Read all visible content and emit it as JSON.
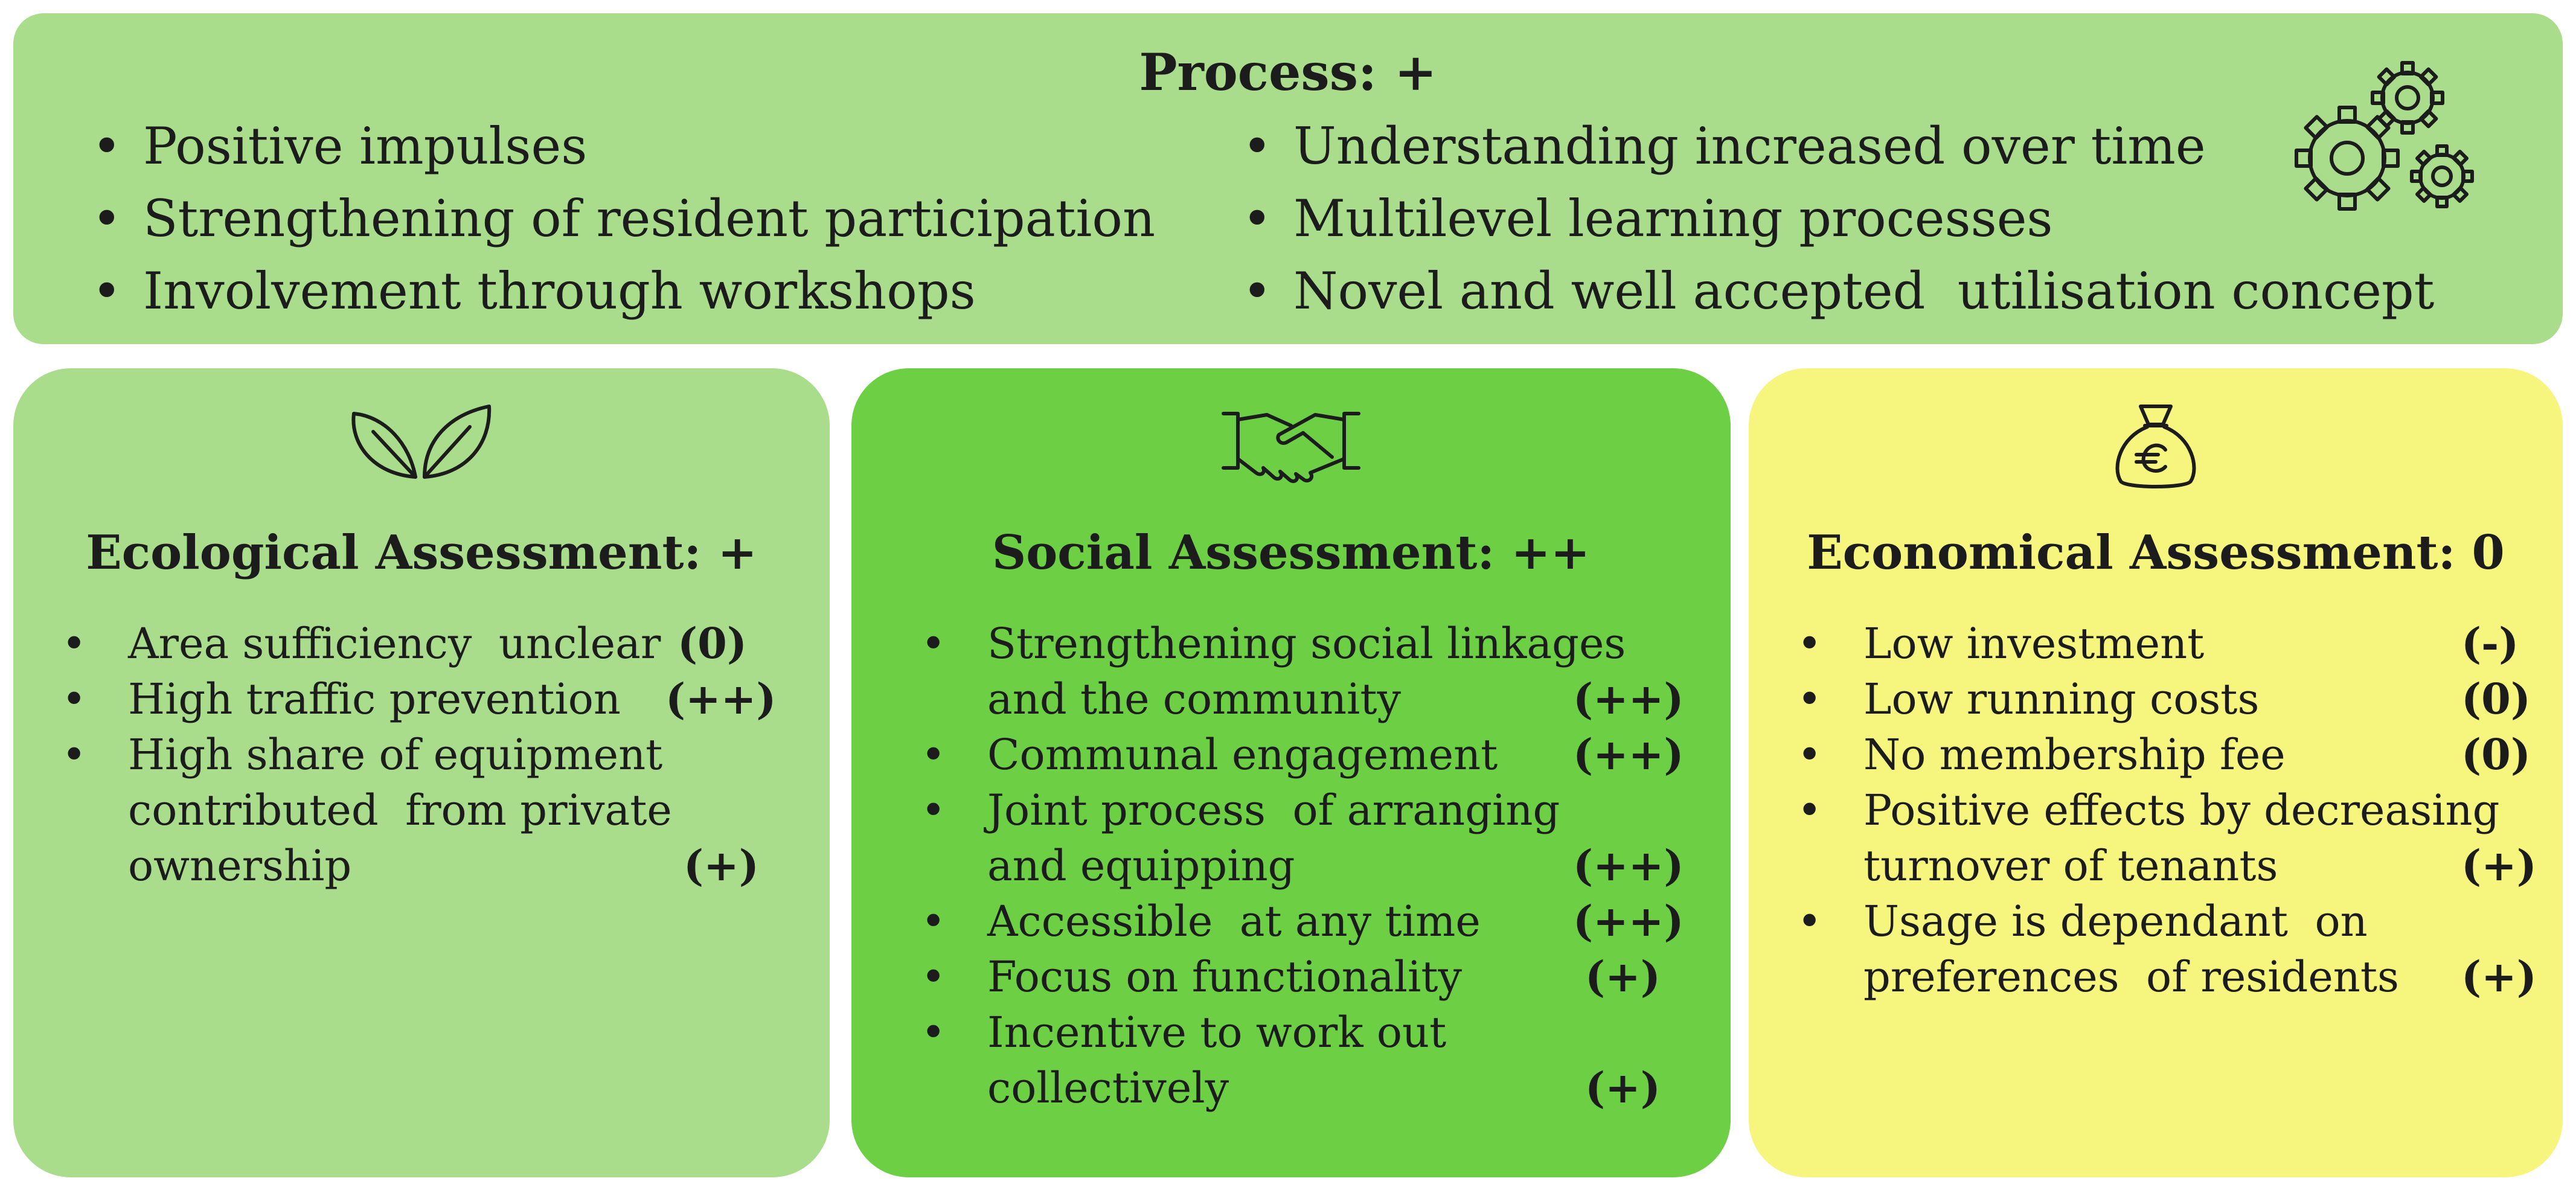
{
  "process": {
    "title": "Process: +",
    "left_items": [
      "Positive impulses",
      "Strengthening of resident participation",
      "Involvement through workshops"
    ],
    "right_items": [
      "Understanding increased over time",
      "Multilevel learning processes",
      "Novel and well accepted  utilisation concept"
    ],
    "icon": "gears-icon"
  },
  "ecological": {
    "title": "Ecological Assessment: +",
    "icon": "leaves-icon",
    "items": [
      {
        "lines": [
          "Area sufficiency  unclear"
        ],
        "score": "(0)"
      },
      {
        "lines": [
          "High traffic prevention"
        ],
        "score": "(++)"
      },
      {
        "lines": [
          "High share of equipment",
          "contributed  from private",
          "ownership"
        ],
        "score": "(+)"
      }
    ]
  },
  "social": {
    "title": "Social Assessment: ++",
    "icon": "handshake-icon",
    "items": [
      {
        "lines": [
          "Strengthening social linkages",
          "and the community"
        ],
        "score": "(++)"
      },
      {
        "lines": [
          "Communal engagement"
        ],
        "score": "(++)"
      },
      {
        "lines": [
          "Joint process  of arranging",
          "and equipping"
        ],
        "score": "(++)"
      },
      {
        "lines": [
          "Accessible  at any time"
        ],
        "score": "(++)"
      },
      {
        "lines": [
          "Focus on functionality"
        ],
        "score": "(+)"
      },
      {
        "lines": [
          "Incentive to work out",
          "collectively"
        ],
        "score": "(+)"
      }
    ]
  },
  "economical": {
    "title": "Economical Assessment: 0",
    "icon": "money-bag-euro-icon",
    "items": [
      {
        "lines": [
          "Low investment"
        ],
        "score": "(-)"
      },
      {
        "lines": [
          "Low running costs"
        ],
        "score": "(0)"
      },
      {
        "lines": [
          "No membership fee"
        ],
        "score": "(0)"
      },
      {
        "lines": [
          "Positive effects by decreasing",
          "turnover of tenants"
        ],
        "score": "(+)"
      },
      {
        "lines": [
          "Usage is dependant  on",
          "preferences  of residents"
        ],
        "score": "(+)"
      }
    ]
  },
  "colors": {
    "process_bg": "#a9dd8c",
    "ecological_bg": "#a9dd8c",
    "social_bg": "#6ccf44",
    "economical_bg": "#f6f57e"
  }
}
